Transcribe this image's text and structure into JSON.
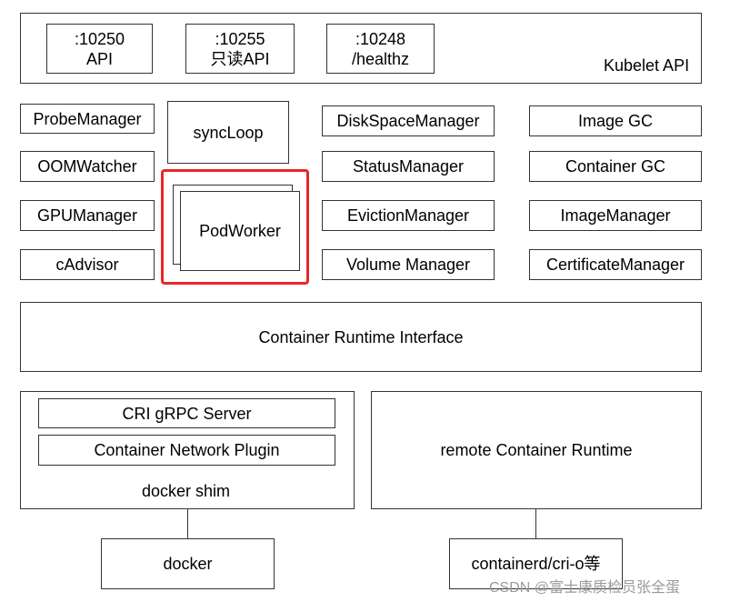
{
  "kubelet_api": {
    "label": "Kubelet API",
    "ports": [
      {
        "port": ":10250",
        "desc": "API"
      },
      {
        "port": ":10255",
        "desc": "只读API"
      },
      {
        "port": ":10248",
        "desc": "/healthz"
      }
    ]
  },
  "left_managers": [
    "ProbeManager",
    "OOMWatcher",
    "GPUManager",
    "cAdvisor"
  ],
  "sync_loop": "syncLoop",
  "pod_worker": "PodWorker",
  "middle_managers": [
    "DiskSpaceManager",
    "StatusManager",
    "EvictionManager",
    "Volume Manager"
  ],
  "right_managers": [
    "Image GC",
    "Container GC",
    "ImageManager",
    "CertificateManager"
  ],
  "cri": "Container Runtime Interface",
  "docker_shim": {
    "label": "docker shim",
    "grpc": "CRI gRPC Server",
    "network": "Container Network Plugin"
  },
  "remote_runtime": "remote Container Runtime",
  "docker": "docker",
  "containerd": "containerd/cri-o等",
  "watermark": "CSDN @富士康质检员张全蛋",
  "highlight_color": "#e8262a"
}
